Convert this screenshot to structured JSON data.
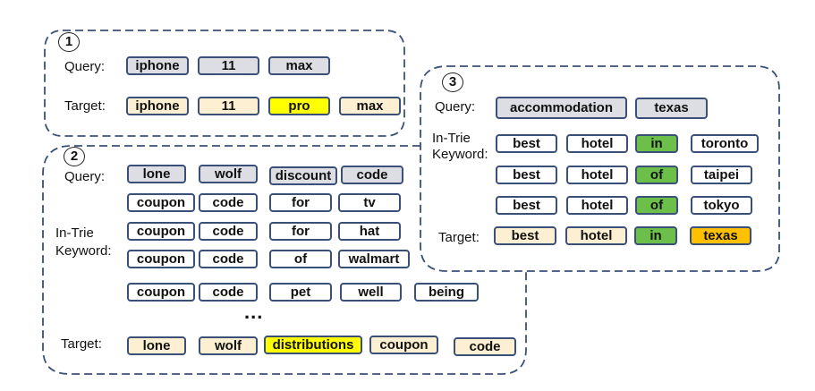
{
  "panels": {
    "p1": {
      "number": "1",
      "query_label": "Query:",
      "target_label": "Target:",
      "query": [
        "iphone",
        "11",
        "max"
      ],
      "target": [
        "iphone",
        "11",
        "pro",
        "max"
      ]
    },
    "p2": {
      "number": "2",
      "query_label": "Query:",
      "keyword_label_1": "In-Trie",
      "keyword_label_2": "Keyword:",
      "target_label": "Target:",
      "query": [
        "lone",
        "wolf",
        "discount",
        "code"
      ],
      "keywords": [
        [
          "coupon",
          "code",
          "for",
          "tv"
        ],
        [
          "coupon",
          "code",
          "for",
          "hat"
        ],
        [
          "coupon",
          "code",
          "of",
          "walmart"
        ],
        [
          "coupon",
          "code",
          "pet",
          "well",
          "being"
        ]
      ],
      "ellipsis": "...",
      "target": [
        "lone",
        "wolf",
        "distributions",
        "coupon",
        "code"
      ]
    },
    "p3": {
      "number": "3",
      "query_label": "Query:",
      "keyword_label_1": "In-Trie",
      "keyword_label_2": "Keyword:",
      "target_label": "Target:",
      "query": [
        "accommodation",
        "texas"
      ],
      "keywords": [
        [
          "best",
          "hotel",
          "in",
          "toronto"
        ],
        [
          "best",
          "hotel",
          "of",
          "taipei"
        ],
        [
          "best",
          "hotel",
          "of",
          "tokyo"
        ]
      ],
      "target": [
        "best",
        "hotel",
        "in",
        "texas"
      ]
    }
  },
  "colors": {
    "query_fill": "#dcdee3",
    "target_fill": "#fdf0d2",
    "keyword_fill": "#ffffff",
    "inserted_fill": "#ffff00",
    "matched_fill": "#6cbf48",
    "replaced_fill": "#ffc000",
    "border": "#3a5079"
  }
}
